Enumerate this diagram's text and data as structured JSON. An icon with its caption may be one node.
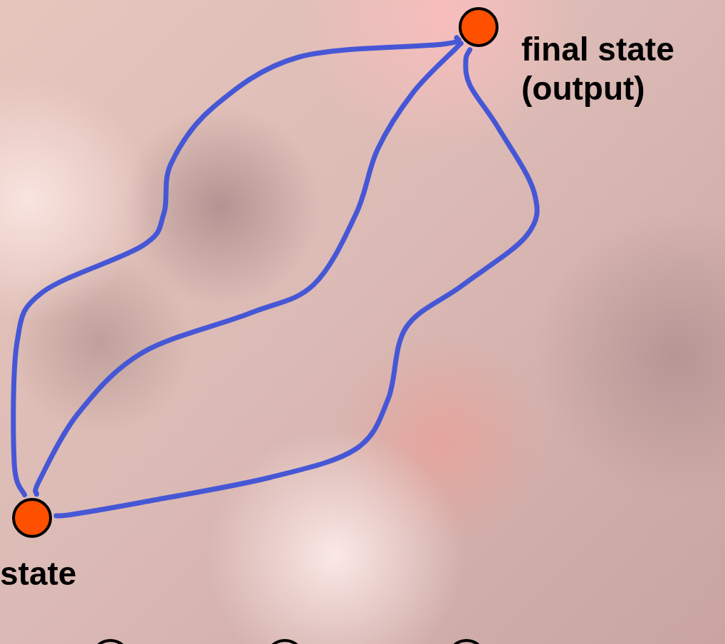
{
  "diagram": {
    "nodes": [
      {
        "text": [],
        "shape": "circle",
        "beside": [
          "state"
        ]
      },
      {
        "text": [],
        "shape": "circle",
        "beside": [
          "final state (output)"
        ]
      },
      {
        "text": [],
        "shape": "circle"
      },
      {
        "text": [],
        "shape": "circle"
      },
      {
        "text": [],
        "shape": "circle"
      }
    ],
    "edges": [
      {
        "from": 0,
        "to": 1,
        "arrow": "none"
      },
      {
        "from": 0,
        "to": 1,
        "arrow": "none"
      },
      {
        "from": 0,
        "to": 1,
        "arrow": "none"
      }
    ]
  }
}
